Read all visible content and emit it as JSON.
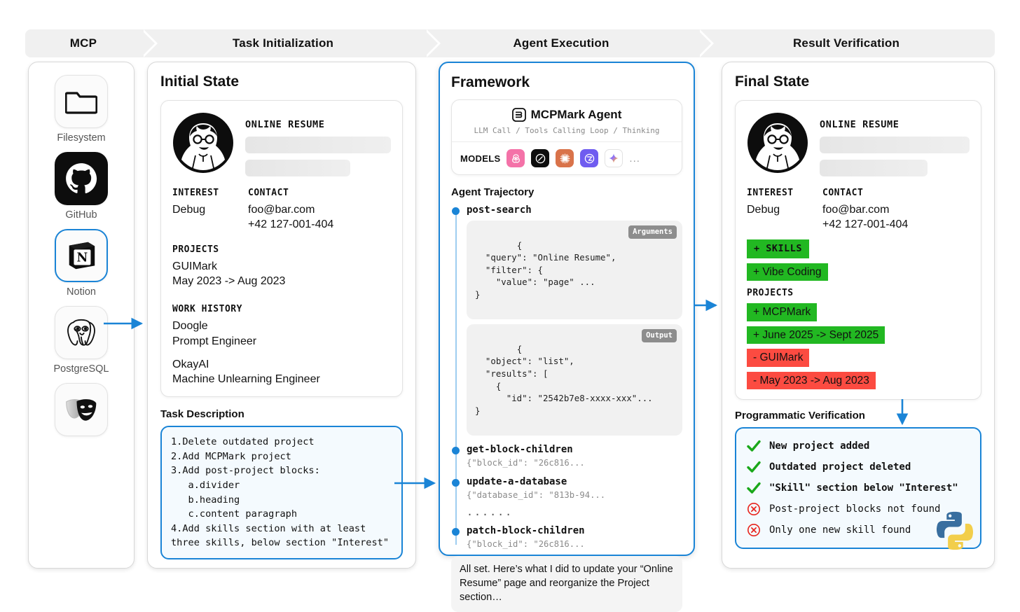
{
  "banner": {
    "stages": [
      {
        "label": "MCP"
      },
      {
        "label": "Task Initialization"
      },
      {
        "label": "Agent Execution"
      },
      {
        "label": "Result Verification"
      }
    ]
  },
  "mcp": {
    "servers": [
      {
        "label": "Filesystem",
        "icon": "folder-icon",
        "selected": false
      },
      {
        "label": "GitHub",
        "icon": "github-icon",
        "selected": false
      },
      {
        "label": "Notion",
        "icon": "notion-icon",
        "selected": true
      },
      {
        "label": "PostgreSQL",
        "icon": "postgresql-icon",
        "selected": false
      },
      {
        "label": "",
        "icon": "theater-masks-icon",
        "selected": false
      }
    ]
  },
  "initial": {
    "title": "Initial State",
    "resume": {
      "heading": "ONLINE RESUME",
      "interest_label": "INTEREST",
      "interest_value": "Debug",
      "contact_label": "CONTACT",
      "contact_email": "foo@bar.com",
      "contact_phone": "+42 127-001-404",
      "projects_label": "PROJECTS",
      "project_name": "GUIMark",
      "project_dates": "May 2023 -> Aug 2023",
      "work_label": "WORK HISTORY",
      "work": [
        {
          "company": "Doogle",
          "role": "Prompt Engineer"
        },
        {
          "company": "OkayAI",
          "role": "Machine Unlearning Engineer"
        }
      ]
    },
    "task_title": "Task Description",
    "task_text": "1.Delete outdated project\n2.Add MCPMark project\n3.Add post-project blocks:\n   a.divider\n   b.heading\n   c.content paragraph\n4.Add skills section with at least\nthree skills, below section \"Interest\""
  },
  "framework": {
    "title": "Framework",
    "agent_name": "MCPMark Agent",
    "agent_subtitle": "LLM Call / Tools Calling Loop / Thinking",
    "models_label": "MODELS",
    "models": [
      {
        "name": "openai-icon",
        "color": "#f472a8"
      },
      {
        "name": "anthropic-icon",
        "color": "#0d0d0d"
      },
      {
        "name": "claude-burst-icon",
        "color": "#d9734a"
      },
      {
        "name": "zhipu-icon",
        "color": "#6f5cf0"
      },
      {
        "name": "gemini-icon",
        "color": "#ffffff"
      }
    ],
    "models_more": "...",
    "trajectory_title": "Agent Trajectory",
    "steps": [
      {
        "name": "post-search",
        "blocks": [
          {
            "tag": "Arguments",
            "code": "{\n  \"query\": \"Online Resume\",\n  \"filter\": {\n    \"value\": \"page\" ...\n}"
          },
          {
            "tag": "Output",
            "code": "{\n  \"object\": \"list\",\n  \"results\": [\n    {\n      \"id\": \"2542b7e8-xxxx-xxx\"...\n}"
          }
        ],
        "snippet": ""
      },
      {
        "name": "get-block-children",
        "snippet": "{\"block_id\": \"26c816...",
        "blocks": []
      },
      {
        "name": "update-a-database",
        "snippet": "{\"database_id\": \"813b-94...",
        "blocks": []
      },
      {
        "name": "patch-block-children",
        "snippet": "{\"block_id\": \"26c816...",
        "blocks": []
      }
    ],
    "ellipsis": "......",
    "final_message": "All set. Here’s what I did to update your “Online Resume” page and reorganize the Project section…"
  },
  "final": {
    "title": "Final State",
    "resume": {
      "heading": "ONLINE RESUME",
      "interest_label": "INTEREST",
      "interest_value": "Debug",
      "contact_label": "CONTACT",
      "contact_email": "foo@bar.com",
      "contact_phone": "+42 127-001-404",
      "added_section": "+ SKILLS",
      "added_skill": "+ Vibe Coding",
      "projects_label": "PROJECTS",
      "diffs": [
        {
          "text": "+ MCPMark",
          "type": "add"
        },
        {
          "text": "+ June 2025 -> Sept 2025",
          "type": "add"
        },
        {
          "text": "- GUIMark",
          "type": "del"
        },
        {
          "text": "- May 2023 -> Aug 2023",
          "type": "del"
        }
      ]
    },
    "verify_title": "Programmatic Verification",
    "checks": [
      {
        "status": "pass",
        "text": "New project added"
      },
      {
        "status": "pass",
        "text": "Outdated project deleted"
      },
      {
        "status": "pass",
        "text": "\"Skill\" section below \"Interest\""
      },
      {
        "status": "fail",
        "text": "Post-project blocks not found"
      },
      {
        "status": "fail",
        "text": "Only one new skill found"
      }
    ],
    "logo": "python-logo"
  },
  "colors": {
    "accent_blue": "#1a84d6",
    "add_green": "#22b822",
    "del_red": "#fc4b41",
    "banner_gray": "#f0f0f0"
  }
}
